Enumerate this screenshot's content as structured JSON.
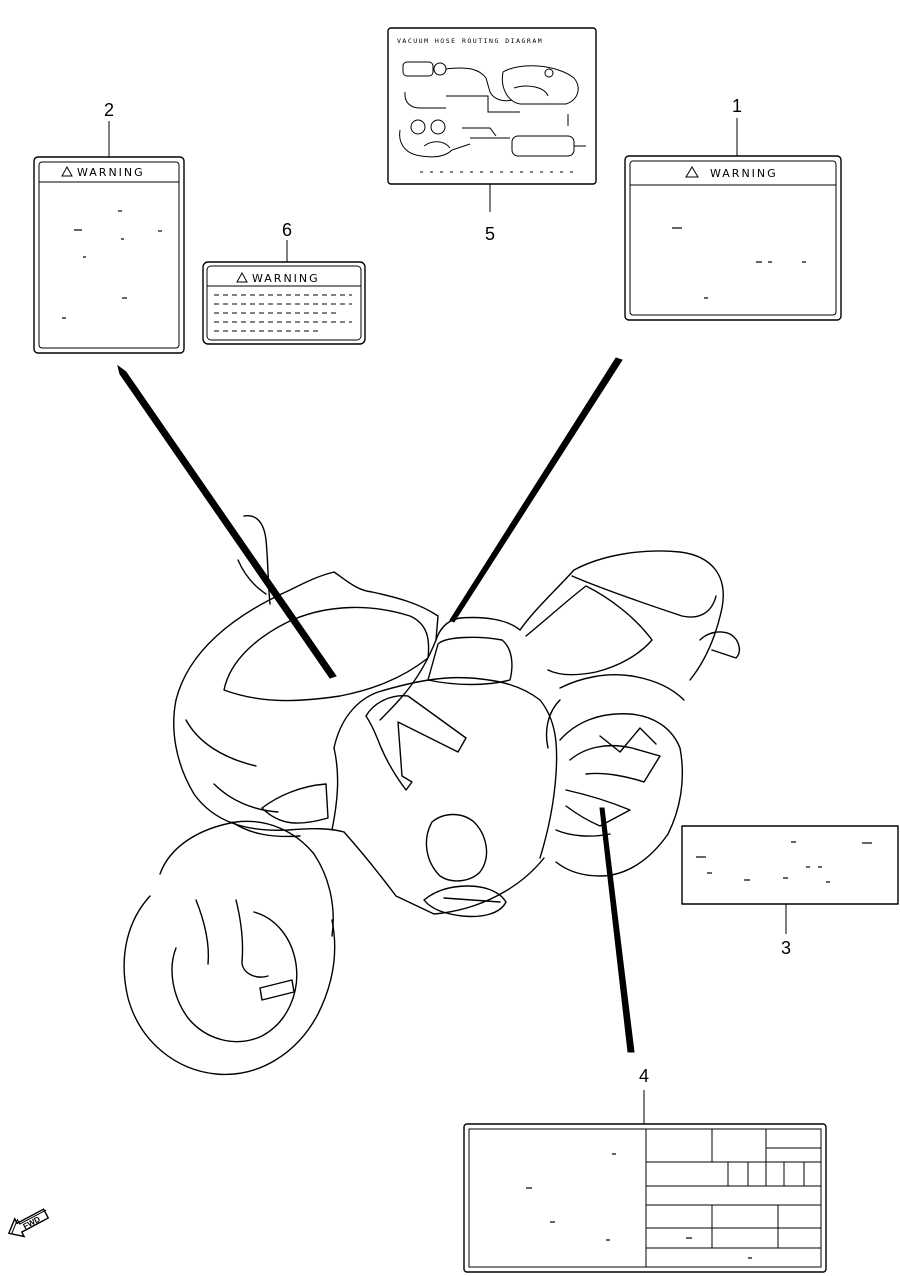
{
  "labels": [
    {
      "number": "1",
      "heading": "WARNING"
    },
    {
      "number": "2",
      "heading": "WARNING"
    },
    {
      "number": "3"
    },
    {
      "number": "4"
    },
    {
      "number": "5",
      "heading": "VACUUM HOSE ROUTING DIAGRAM"
    },
    {
      "number": "6",
      "heading": "WARNING"
    }
  ],
  "direction_marker": {
    "text": "FWD",
    "icon": "forward-arrow-icon"
  },
  "colors": {
    "line": "#000000",
    "background": "#ffffff"
  }
}
